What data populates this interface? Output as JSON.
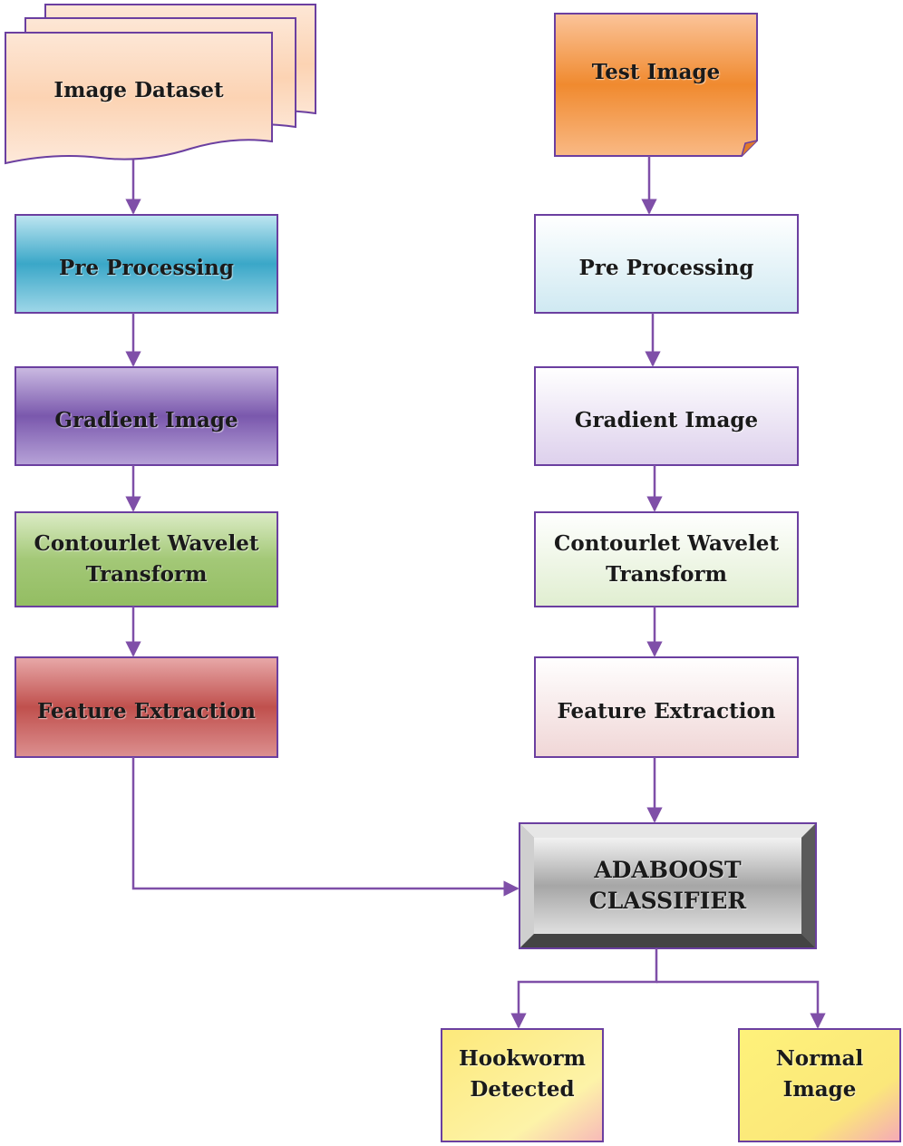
{
  "diagram": {
    "left_column": {
      "dataset": "Image Dataset",
      "pre_processing": "Pre Processing",
      "gradient": "Gradient Image",
      "contourlet_line1": "Contourlet Wavelet",
      "contourlet_line2": "Transform",
      "feature_extraction": "Feature Extraction"
    },
    "right_column": {
      "test_image": "Test Image",
      "pre_processing": "Pre Processing",
      "gradient": "Gradient Image",
      "contourlet_line1": "Contourlet Wavelet",
      "contourlet_line2": "Transform",
      "feature_extraction": "Feature Extraction"
    },
    "classifier_line1": "ADABOOST",
    "classifier_line2": "CLASSIFIER",
    "outputs": {
      "hookworm_line1": "Hookworm",
      "hookworm_line2": "Detected",
      "normal_line1": "Normal",
      "normal_line2": "Image"
    },
    "colors": {
      "connector": "#7f4fa8",
      "border": "#6b3fa0",
      "dataset_fill": "#fbd9bf",
      "test_image_fill": "#f39a4a",
      "pre_processing_fill": "#4fb3cf",
      "gradient_fill": "#8466b3",
      "contourlet_fill": "#9bc46a",
      "feature_fill": "#c65d5d",
      "classifier_fill": "#8c8c8c",
      "output_fill": "#fdf08a"
    }
  }
}
